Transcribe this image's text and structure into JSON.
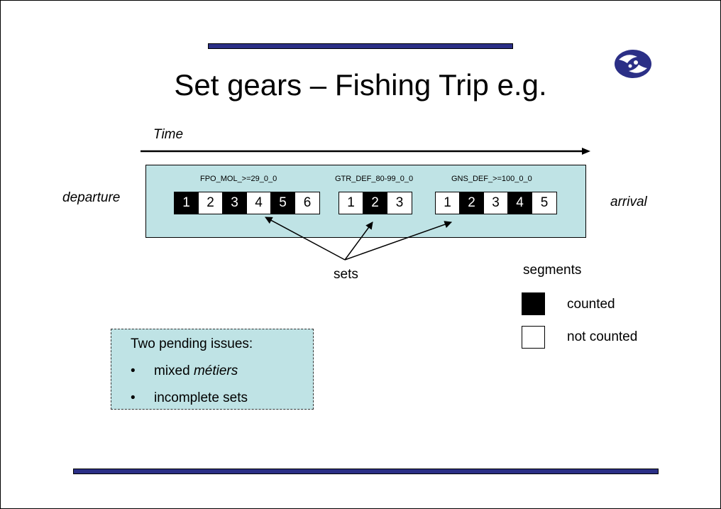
{
  "title": "Set gears – Fishing Trip e.g.",
  "time_label": "Time",
  "departure_label": "departure",
  "arrival_label": "arrival",
  "groups": [
    {
      "label": "FPO_MOL_>=29_0_0",
      "segments": [
        {
          "n": "1",
          "counted": true
        },
        {
          "n": "2",
          "counted": false
        },
        {
          "n": "3",
          "counted": true
        },
        {
          "n": "4",
          "counted": false
        },
        {
          "n": "5",
          "counted": true
        },
        {
          "n": "6",
          "counted": false
        }
      ]
    },
    {
      "label": "GTR_DEF_80-99_0_0",
      "segments": [
        {
          "n": "1",
          "counted": false
        },
        {
          "n": "2",
          "counted": true
        },
        {
          "n": "3",
          "counted": false
        }
      ]
    },
    {
      "label": "GNS_DEF_>=100_0_0",
      "segments": [
        {
          "n": "1",
          "counted": false
        },
        {
          "n": "2",
          "counted": true
        },
        {
          "n": "3",
          "counted": false
        },
        {
          "n": "4",
          "counted": true
        },
        {
          "n": "5",
          "counted": false
        }
      ]
    }
  ],
  "sets_label": "sets",
  "legend": {
    "title": "segments",
    "counted": "counted",
    "not_counted": "not counted"
  },
  "issues": {
    "title": "Two pending issues:",
    "items": [
      {
        "bullet": "•",
        "text": "mixed ",
        "italic": "métiers"
      },
      {
        "bullet": "•",
        "text": "incomplete sets",
        "italic": ""
      }
    ]
  },
  "colors": {
    "bar": "#2b2f86",
    "box_fill": "#bfe3e5",
    "counted": "#000000",
    "not_counted": "#ffffff",
    "logo": "#2b2f86"
  },
  "icons": {
    "logo": "organization-logo-icon"
  }
}
